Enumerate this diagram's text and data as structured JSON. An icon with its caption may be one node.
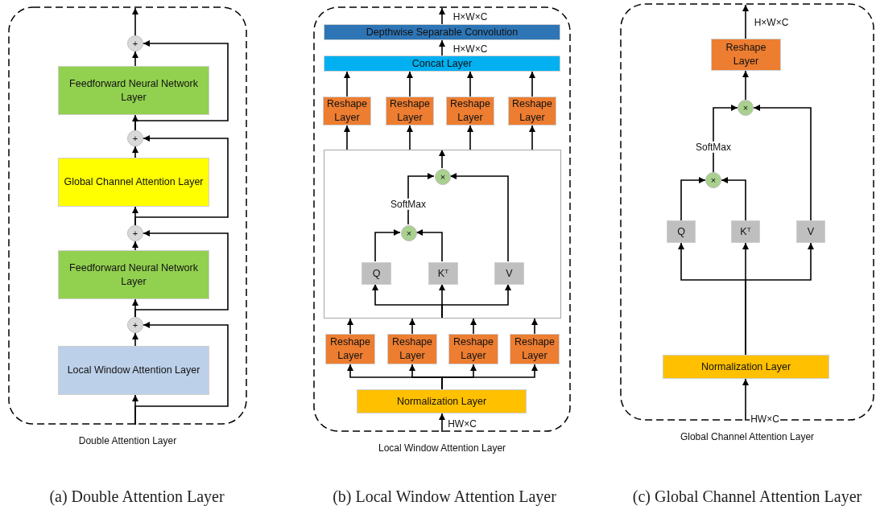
{
  "diagram": {
    "nodes": [
      {
        "text": [
          "Double Attention Layer"
        ]
      },
      {
        "text": [
          "+"
        ],
        "in": 0
      },
      {
        "text": [
          "Feedforward Neural Network Layer"
        ],
        "in": 0
      },
      {
        "text": [
          "+"
        ],
        "in": 0
      },
      {
        "text": [
          "Global Channel Attention Layer"
        ],
        "in": 0
      },
      {
        "text": [
          "+"
        ],
        "in": 0
      },
      {
        "text": [
          "Feedforward Neural Network Layer"
        ],
        "in": 0
      },
      {
        "text": [
          "+"
        ],
        "in": 0
      },
      {
        "text": [
          "Local Window Attention Layer"
        ],
        "in": 0
      },
      {
        "text": [
          "Local Window Attention Layer"
        ]
      },
      {
        "text": [
          "Depthwise Separable Convolution"
        ],
        "in": 9
      },
      {
        "text": [
          "Concat Layer"
        ],
        "in": 9
      },
      {
        "text": [
          "Reshape Layer"
        ],
        "in": 9
      },
      {
        "text": [
          "Reshape Layer"
        ],
        "in": 9
      },
      {
        "text": [
          "Reshape Layer"
        ],
        "in": 9
      },
      {
        "text": [
          "Reshape Layer"
        ],
        "in": 9
      },
      {
        "text": [],
        "shape": "box",
        "in": 9
      },
      {
        "text": [
          "×"
        ],
        "in": 16
      },
      {
        "text": [
          "×"
        ],
        "in": 16
      },
      {
        "text": [
          "Q"
        ],
        "in": 16
      },
      {
        "text": [
          "K$^{T}$"
        ],
        "in": 16
      },
      {
        "text": [
          "V"
        ],
        "in": 16
      },
      {
        "text": [
          "Reshape Layer"
        ],
        "in": 9
      },
      {
        "text": [
          "Reshape Layer"
        ],
        "in": 9
      },
      {
        "text": [
          "Reshape Layer"
        ],
        "in": 9
      },
      {
        "text": [
          "Reshape Layer"
        ],
        "in": 9
      },
      {
        "text": [
          "Normalization Layer"
        ],
        "in": 9
      },
      {
        "text": [
          "Global Channel Attention Layer"
        ]
      },
      {
        "text": [
          "Reshape Layer"
        ],
        "in": 27
      },
      {
        "text": [
          "×"
        ],
        "in": 27
      },
      {
        "text": [
          "×"
        ],
        "in": 27
      },
      {
        "text": [
          "Q"
        ],
        "in": 27
      },
      {
        "text": [
          "K$^{T}$"
        ],
        "in": 27
      },
      {
        "text": [
          "V"
        ],
        "in": 27
      },
      {
        "text": [
          "Normalization Layer"
        ],
        "in": 27
      }
    ],
    "edges": [
      {
        "from": null,
        "to": 8,
        "arrow": "to"
      },
      {
        "from": null,
        "to": 7,
        "arrow": "to"
      },
      {
        "from": 8,
        "to": 7,
        "arrow": "to"
      },
      {
        "from": 7,
        "to": 6,
        "arrow": "to"
      },
      {
        "from": 7,
        "to": 5,
        "arrow": "to"
      },
      {
        "from": 6,
        "to": 5,
        "arrow": "to"
      },
      {
        "from": 5,
        "to": 4,
        "arrow": "to"
      },
      {
        "from": 5,
        "to": 3,
        "arrow": "to"
      },
      {
        "from": 4,
        "to": 3,
        "arrow": "to"
      },
      {
        "from": 3,
        "to": 2,
        "arrow": "to"
      },
      {
        "from": 3,
        "to": 1,
        "arrow": "to"
      },
      {
        "from": 2,
        "to": 1,
        "arrow": "to"
      },
      {
        "from": 1,
        "to": null,
        "arrow": "to"
      },
      {
        "from": null,
        "to": 26,
        "arrow": "to",
        "label": "HW×C"
      },
      {
        "from": 26,
        "to": 22,
        "arrow": "to"
      },
      {
        "from": 26,
        "to": 23,
        "arrow": "to"
      },
      {
        "from": 26,
        "to": 24,
        "arrow": "to"
      },
      {
        "from": 26,
        "to": 25,
        "arrow": "to"
      },
      {
        "from": 22,
        "to": 16,
        "arrow": "to"
      },
      {
        "from": 23,
        "to": 16,
        "arrow": "to"
      },
      {
        "from": 24,
        "to": 16,
        "arrow": "to"
      },
      {
        "from": 25,
        "to": 16,
        "arrow": "to"
      },
      {
        "from": 16,
        "to": 19,
        "arrow": "to"
      },
      {
        "from": 16,
        "to": 20,
        "arrow": "to"
      },
      {
        "from": 16,
        "to": 21,
        "arrow": "to"
      },
      {
        "from": 19,
        "to": 18,
        "arrow": "to"
      },
      {
        "from": 20,
        "to": 18,
        "arrow": "to"
      },
      {
        "from": 18,
        "to": 17,
        "arrow": "to",
        "label": "SoftMax"
      },
      {
        "from": 21,
        "to": 17,
        "arrow": "to"
      },
      {
        "from": 17,
        "to": 16,
        "arrow": "to"
      },
      {
        "from": 16,
        "to": 12,
        "arrow": "to"
      },
      {
        "from": 16,
        "to": 13,
        "arrow": "to"
      },
      {
        "from": 16,
        "to": 14,
        "arrow": "to"
      },
      {
        "from": 16,
        "to": 15,
        "arrow": "to"
      },
      {
        "from": 12,
        "to": 11,
        "arrow": "to"
      },
      {
        "from": 13,
        "to": 11,
        "arrow": "to"
      },
      {
        "from": 14,
        "to": 11,
        "arrow": "to"
      },
      {
        "from": 15,
        "to": 11,
        "arrow": "to"
      },
      {
        "from": 11,
        "to": 10,
        "arrow": "to",
        "label": "H×W×C"
      },
      {
        "from": 10,
        "to": null,
        "arrow": "to",
        "label": "H×W×C"
      },
      {
        "from": null,
        "to": 34,
        "arrow": "to",
        "label": "HW×C"
      },
      {
        "from": 34,
        "to": 31,
        "arrow": "to"
      },
      {
        "from": 34,
        "to": 32,
        "arrow": "to"
      },
      {
        "from": 34,
        "to": 33,
        "arrow": "to"
      },
      {
        "from": 31,
        "to": 30,
        "arrow": "to"
      },
      {
        "from": 32,
        "to": 30,
        "arrow": "to"
      },
      {
        "from": 30,
        "to": 29,
        "arrow": "to",
        "label": "SoftMax"
      },
      {
        "from": 33,
        "to": 29,
        "arrow": "to"
      },
      {
        "from": 29,
        "to": 28,
        "arrow": "to"
      },
      {
        "from": 28,
        "to": null,
        "arrow": "to",
        "label": "H×W×C"
      }
    ],
    "labels": [
      "(a) Double Attention Layer",
      "(b) Local Window Attention Layer",
      "(c) Global Channel Attention Layer"
    ]
  }
}
